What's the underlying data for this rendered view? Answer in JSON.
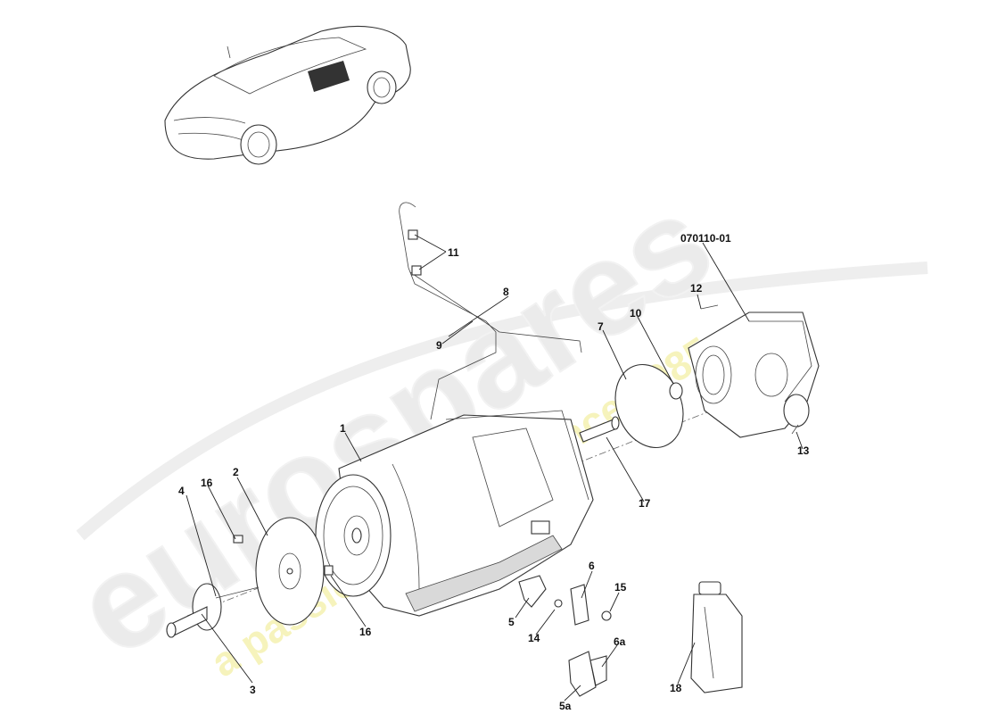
{
  "diagram": {
    "reference_code": "070110-01",
    "callouts": [
      {
        "id": "c1",
        "label": "1"
      },
      {
        "id": "c2",
        "label": "2"
      },
      {
        "id": "c3",
        "label": "3"
      },
      {
        "id": "c4",
        "label": "4"
      },
      {
        "id": "c5",
        "label": "5"
      },
      {
        "id": "c5a",
        "label": "5a"
      },
      {
        "id": "c6",
        "label": "6"
      },
      {
        "id": "c6a",
        "label": "6a"
      },
      {
        "id": "c7",
        "label": "7"
      },
      {
        "id": "c8",
        "label": "8"
      },
      {
        "id": "c9",
        "label": "9"
      },
      {
        "id": "c10",
        "label": "10"
      },
      {
        "id": "c11",
        "label": "11"
      },
      {
        "id": "c12",
        "label": "12"
      },
      {
        "id": "c13",
        "label": "13"
      },
      {
        "id": "c14",
        "label": "14"
      },
      {
        "id": "c15",
        "label": "15"
      },
      {
        "id": "c16a",
        "label": "16"
      },
      {
        "id": "c16b",
        "label": "16"
      },
      {
        "id": "c17",
        "label": "17"
      },
      {
        "id": "c18",
        "label": "18"
      }
    ]
  },
  "watermark": {
    "brand": "eurospares",
    "tagline": "a passion for parts since 1985",
    "brand_color": "#e6e6e6",
    "tagline_color": "#f3f0a6"
  }
}
